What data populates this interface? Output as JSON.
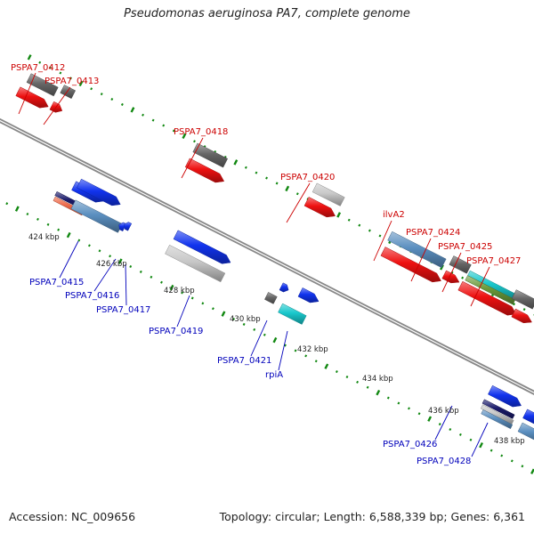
{
  "title": "Pseudomonas aeruginosa PA7, complete genome",
  "footer": {
    "accession": "Accession: NC_009656",
    "topology": "Topology: circular; Length: 6,588,339 bp; Genes: 6,361"
  },
  "colors": {
    "forward_label": "#cc0000",
    "reverse_label": "#0000bb",
    "backbone": "#888888",
    "tick": "#118811",
    "red": "#ee1111",
    "blue": "#1133ee",
    "gray": "#666666",
    "lightgray": "#c8c8c8",
    "steel": "#5b8fc0",
    "cyan": "#19c8cc",
    "olive": "#6a9a3a",
    "navy": "#1a1a6a",
    "salmon": "#ee6a4a"
  },
  "kbp_labels": [
    "424 kbp",
    "426 kbp",
    "428 kbp",
    "430 kbp",
    "432 kbp",
    "434 kbp",
    "436 kbp",
    "438 kbp"
  ],
  "forward_genes": [
    "PSPA7_0412",
    "PSPA7_0413",
    "PSPA7_0418",
    "PSPA7_0420",
    "ilvA2",
    "PSPA7_0424",
    "PSPA7_0425",
    "PSPA7_0427"
  ],
  "reverse_genes": [
    "PSPA7_0415",
    "PSPA7_0416",
    "PSPA7_0417",
    "PSPA7_0419",
    "PSPA7_0421",
    "rpiA",
    "PSPA7_0426",
    "PSPA7_0428"
  ]
}
